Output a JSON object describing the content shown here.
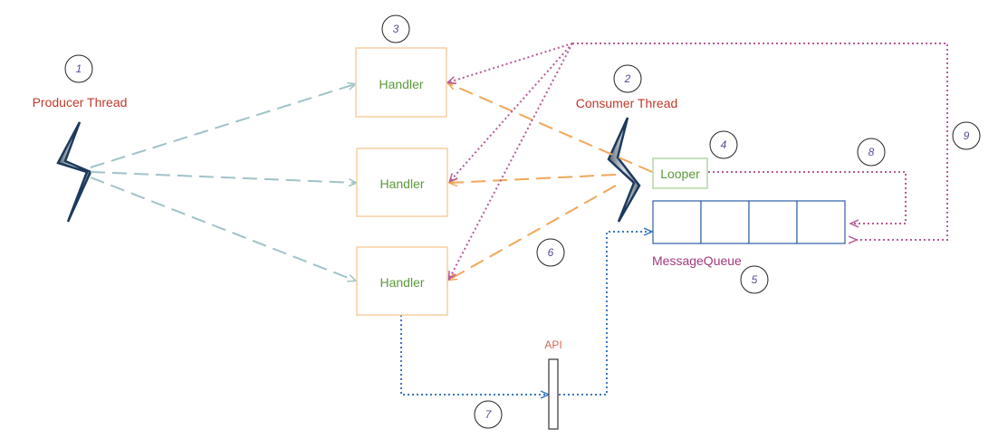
{
  "labels": {
    "producer_thread": "Producer Thread",
    "consumer_thread": "Consumer Thread",
    "handler_1": "Handler",
    "handler_2": "Handler",
    "handler_3": "Handler",
    "looper": "Looper",
    "message_queue": "MessageQueue",
    "api": "API"
  },
  "steps": [
    "1",
    "2",
    "3",
    "4",
    "5",
    "6",
    "7",
    "8",
    "9"
  ],
  "colors": {
    "thread_label": "#c0392b",
    "handler_text": "#5b9a3a",
    "handler_border": "#f5cfa0",
    "looper_border": "#9ccf8c",
    "queue_border": "#2e5fa8",
    "queue_label": "#a33a7a",
    "producer_arrows": "#9fc3c8",
    "consumer_arrows": "#f0a75a",
    "dispatch_arrows": "#b85a98",
    "api_arrows": "#3a78c0",
    "step_text": "#5a4a9a"
  }
}
